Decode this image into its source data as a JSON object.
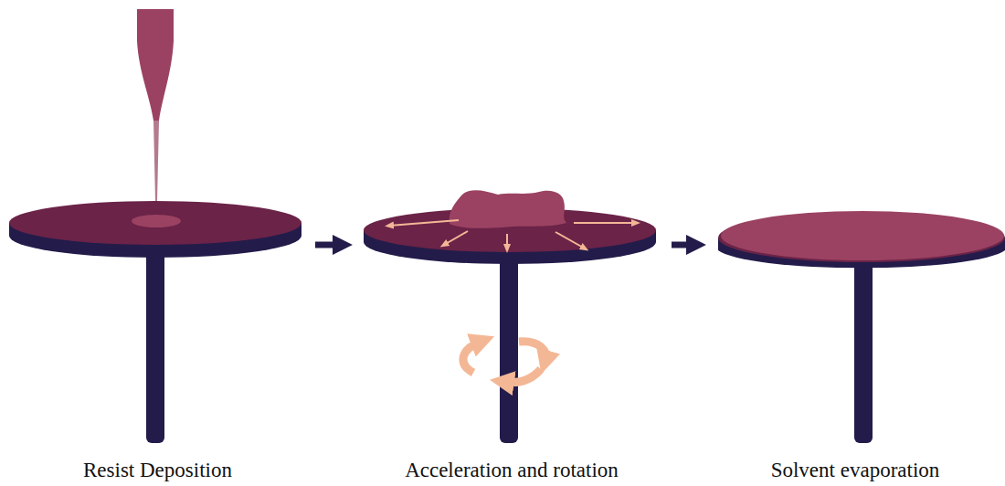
{
  "diagram": {
    "nodes": [
      {
        "text": [
          "Resist Deposition"
        ]
      },
      {
        "text": [
          "Acceleration and rotation"
        ]
      },
      {
        "text": [
          "Solvent evaporation"
        ]
      }
    ],
    "edges": [
      {
        "from": 0,
        "to": 1,
        "arrow": "to"
      },
      {
        "from": 1,
        "to": 2,
        "arrow": "to"
      }
    ]
  }
}
